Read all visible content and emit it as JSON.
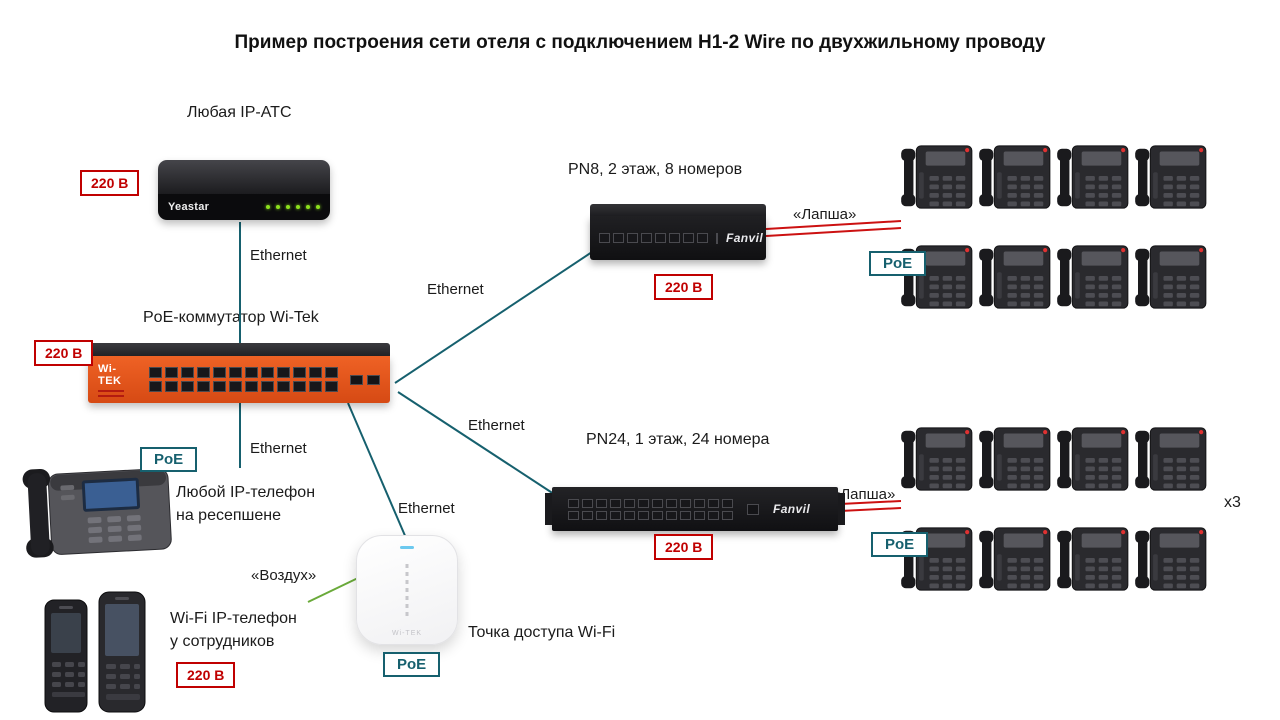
{
  "title": "Пример построения сети отеля с подключением H1-2 Wire по двухжильному проводу",
  "colors": {
    "line": "#16606e",
    "lapsha": "#cc1111",
    "air": "#6aaa3a",
    "power": "#c00000"
  },
  "badges": {
    "power": "220 В",
    "poe": "PoE"
  },
  "labels": {
    "ipats": "Любая IP-АТС",
    "ethernet": "Ethernet",
    "poe_switch": "PoE-коммутатор Wi-Tek",
    "pn8": "PN8, 2 этаж, 8 номеров",
    "pn24": "PN24, 1 этаж, 24 номера",
    "lapsha": "«Лапша»",
    "air": "«Воздух»",
    "reception_phone_line1": "Любой IP-телефон",
    "reception_phone_line2": "на ресепшене",
    "wifi_phone_line1": "Wi-Fi IP-телефон",
    "wifi_phone_line2": "у сотрудников",
    "ap": "Точка доступа Wi-Fi",
    "multiplier": "x3"
  },
  "devices": {
    "yeastar_logo": "Yeastar",
    "witek_logo": "Wi-TEK",
    "fanvil_logo": "Fanvil"
  },
  "phone_groups": [
    {
      "rows": 2,
      "cols": 4
    },
    {
      "rows": 2,
      "cols": 4
    }
  ]
}
